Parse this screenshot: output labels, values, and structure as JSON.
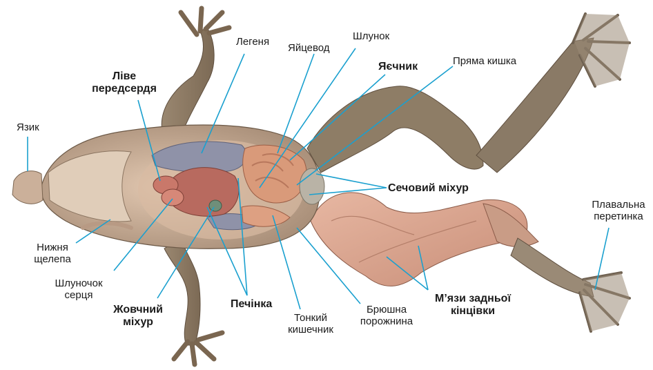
{
  "labels": {
    "lung": "Легеня",
    "oviduct": "Яйцевод",
    "stomach": "Шлунок",
    "left_atrium": [
      "Ліве",
      "передсердя"
    ],
    "ovary": "Яєчник",
    "rectum": "Пряма кишка",
    "tongue": "Язик",
    "bladder": "Сечовий міхур",
    "web": [
      "Плавальна",
      "перетинка"
    ],
    "lower_jaw": [
      "Нижня",
      "щелепа"
    ],
    "ventricle": [
      "Шлуночок",
      "серця"
    ],
    "gallbladder": [
      "Жовчний",
      "міхур"
    ],
    "liver": "Печінка",
    "small_intestine": [
      "Тонкий",
      "кишечник"
    ],
    "abdominal_cavity": [
      "Брюшна",
      "порожнина"
    ],
    "hind_limb_muscles": [
      "М’язи задньої",
      "кінцівки"
    ]
  },
  "colors": {
    "leader": "#1aa0cf",
    "skin": "#8a7460",
    "muscle": "#d9a48e",
    "liver": "#b86a5f",
    "lung": "#8f92a8",
    "intestine": "#d99a7a",
    "body_cavity": "#d8bba3"
  }
}
